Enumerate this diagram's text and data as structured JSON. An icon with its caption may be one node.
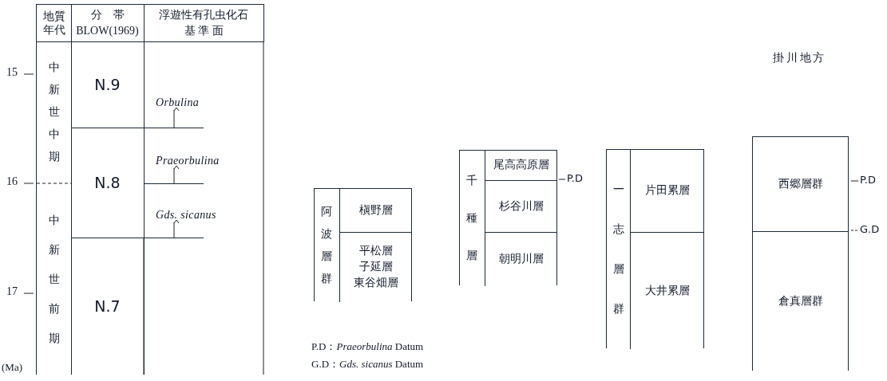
{
  "diagram": {
    "nodes": [
      {
        "text": [
          "地質年代"
        ]
      },
      {
        "text": [
          "分　帯",
          "BLOW(1969)"
        ]
      },
      {
        "text": [
          "浮遊性有孔虫化石",
          "基 準 面"
        ]
      },
      {
        "text": [
          "中新世中期"
        ]
      },
      {
        "text": [
          "中新世前期"
        ]
      },
      {
        "text": [
          "N.9"
        ]
      },
      {
        "text": [
          "N.8"
        ]
      },
      {
        "text": [
          "N.7"
        ]
      },
      {
        "text": [
          "阿波層群"
        ]
      },
      {
        "text": [
          "槇野層"
        ],
        "in": 8
      },
      {
        "text": [
          "平松層",
          "子延層",
          "東谷畑層"
        ],
        "in": 8
      },
      {
        "text": [
          "千種層"
        ]
      },
      {
        "text": [
          "尾高高原層"
        ],
        "in": 11
      },
      {
        "text": [
          "杉谷川層"
        ],
        "in": 11
      },
      {
        "text": [
          "朝明川層"
        ],
        "in": 11
      },
      {
        "text": [
          "一志層群"
        ]
      },
      {
        "text": [
          "片田累層"
        ],
        "in": 15
      },
      {
        "text": [
          "大井累層"
        ],
        "in": 15
      },
      {
        "text": [],
        "shape": "box"
      },
      {
        "text": [
          "西郷層群"
        ],
        "in": 18
      },
      {
        "text": [
          "倉真層群"
        ],
        "in": 18
      },
      {
        "text": [
          "Orbulina"
        ]
      },
      {
        "text": [
          "Praeorbulina"
        ]
      },
      {
        "text": [
          "Gds. sicanus"
        ]
      },
      {
        "text": [],
        "shape": "bar"
      },
      {
        "text": [],
        "shape": "bar"
      },
      {
        "text": [],
        "shape": "bar"
      }
    ],
    "edges": [
      {
        "from": 24,
        "to": 21,
        "arrow": "to"
      },
      {
        "from": 25,
        "to": 22,
        "arrow": "to"
      },
      {
        "from": 26,
        "to": 23,
        "arrow": "to"
      }
    ],
    "labels": [
      "掛川地方",
      "15",
      "16",
      "17",
      "(Ma)",
      "P.D",
      "P.D",
      "G.D",
      "P.D：*Praeorbulina* Datum",
      "G.D：*Gds. sicanus* Datum"
    ]
  }
}
